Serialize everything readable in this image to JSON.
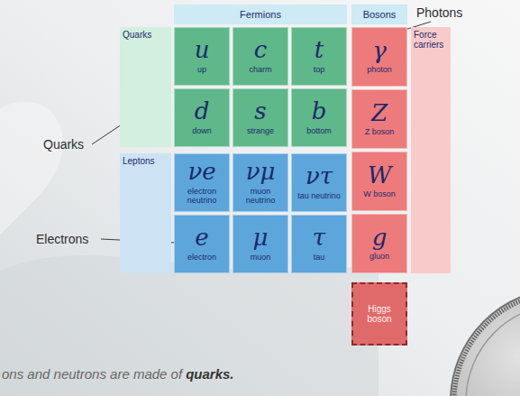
{
  "diagram": {
    "nodes": [
      {
        "text": [
          "Fermions"
        ]
      },
      {
        "text": [
          "Bosons"
        ]
      },
      {
        "text": [
          "Quarks"
        ]
      },
      {
        "text": [
          "u",
          "up"
        ]
      },
      {
        "text": [
          "c",
          "charm"
        ]
      },
      {
        "text": [
          "t",
          "top"
        ]
      },
      {
        "text": [
          "γ",
          "photon"
        ]
      },
      {
        "text": [
          "Force carriers"
        ]
      },
      {
        "text": [
          "d",
          "down"
        ]
      },
      {
        "text": [
          "s",
          "strange"
        ]
      },
      {
        "text": [
          "b",
          "bottom"
        ]
      },
      {
        "text": [
          "Z",
          "Z boson"
        ]
      },
      {
        "text": [
          "Leptons"
        ]
      },
      {
        "text": [
          "νe",
          "electron neutrino"
        ]
      },
      {
        "text": [
          "νμ",
          "muon neutrino"
        ]
      },
      {
        "text": [
          "ντ",
          "tau neutrino"
        ]
      },
      {
        "text": [
          "W",
          "W boson"
        ]
      },
      {
        "text": [
          "e",
          "electron"
        ]
      },
      {
        "text": [
          "μ",
          "muon"
        ]
      },
      {
        "text": [
          "τ",
          "tau"
        ]
      },
      {
        "text": [
          "g",
          "gluon"
        ]
      },
      {
        "text": [
          "Higgs boson"
        ]
      }
    ],
    "labels": [
      "Photons",
      "Quarks",
      "Electrons",
      "ons and neutrons are made of",
      "quarks."
    ]
  }
}
